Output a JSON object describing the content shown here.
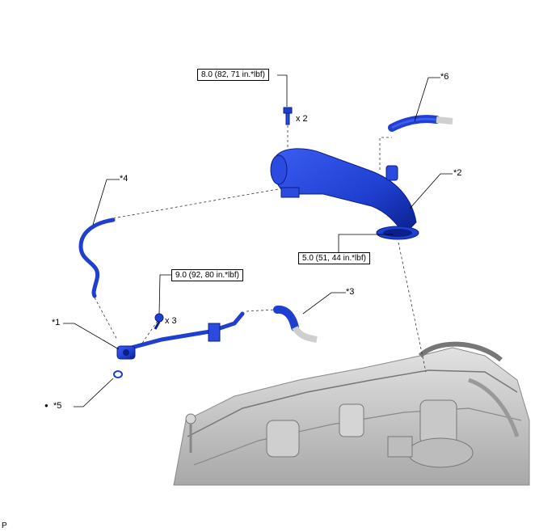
{
  "torque": {
    "t1": "8.0 (82, 71 in.*lbf)",
    "t2": "5.0 (51, 44 in.*lbf)",
    "t3": "9.0 (92, 80 in.*lbf)"
  },
  "quantities": {
    "q1": "x 2",
    "q2": "x 3"
  },
  "callouts": {
    "c1": "*1",
    "c2": "*2",
    "c3": "*3",
    "c4": "*4",
    "c5": "*5",
    "c6": "*6",
    "bullet": "●"
  },
  "corner_label": "P",
  "colors": {
    "part_blue": "#1f3fd0",
    "part_blue_dark": "#0a1f8a",
    "engine_gray": "#9a9a9a"
  }
}
